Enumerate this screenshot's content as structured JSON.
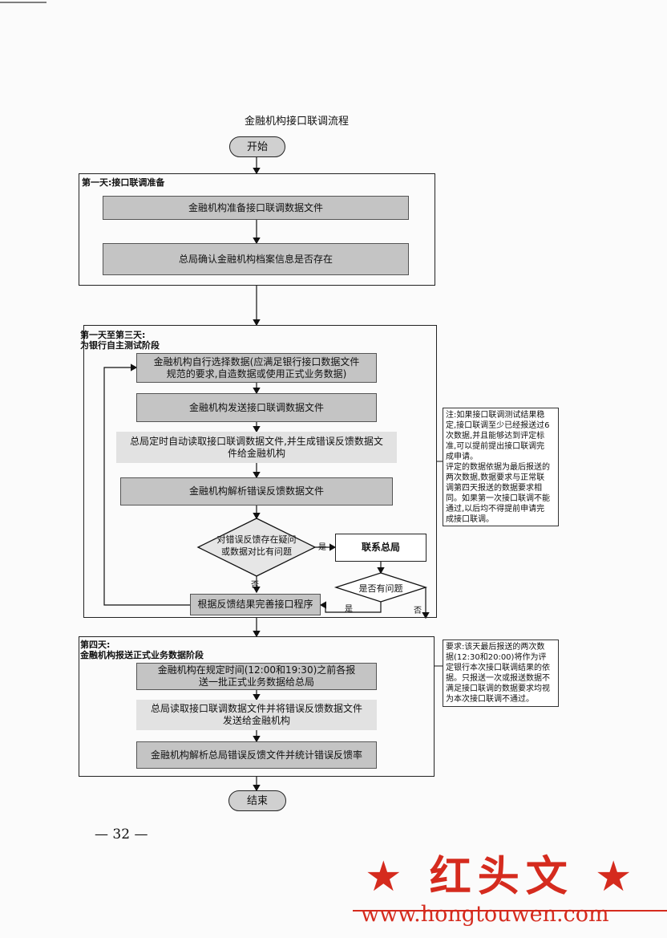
{
  "header_rule": "———",
  "title": "金融机构接口联调流程",
  "start_label": "开始",
  "end_label": "结束",
  "sections": {
    "s1": {
      "label": "第一天:接口联调准备"
    },
    "s2": {
      "label_line1": "第一天至第三天:",
      "label_line2": "为银行自主测试阶段"
    },
    "s3": {
      "label_line1": "第四天:",
      "label_line2": "金融机构报送正式业务数据阶段"
    }
  },
  "steps": {
    "prepare": "金融机构准备接口联调数据文件",
    "confirm": "总局确认金融机构档案信息是否存在",
    "select_l1": "金融机构自行选择数据(应满足银行接口数据文件",
    "select_l2": "规范的要求,自造数据或使用正式业务数据)",
    "send": "金融机构发送接口联调数据文件",
    "auto_l1": "总局定时自动读取接口联调数据文件,并生成错误反馈数据文",
    "auto_l2": "件给金融机构",
    "parse": "金融机构解析错误反馈数据文件",
    "decision_l1": "对错误反馈存在疑问",
    "decision_l2": "或数据对比有问题",
    "contact": "联系总局",
    "problem": "是否有问题",
    "improve": "根据反馈结果完善接口程序",
    "submit_l1": "金融机构在规定时间(12:00和19:30)之前各报",
    "submit_l2": "送一批正式业务数据给总局",
    "read_l1": "总局读取接口联调数据文件并将错误反馈数据文件",
    "read_l2": "发送给金融机构",
    "stats": "金融机构解析总局错误反馈文件并统计错误反馈率"
  },
  "edge_labels": {
    "yes1": "是",
    "no1": "否",
    "yes2": "是",
    "no2": "否"
  },
  "note1": {
    "lines": [
      "注:如果接口联调测试结果稳",
      "定,接口联调至少已经报送过6",
      "次数据,并且能够达到评定标",
      "准,可以提前提出接口联调完",
      "成申请。",
      "评定的数据依据为最后报送的",
      "两次数据,数据要求与正常联",
      "调第四天报送的数据要求相",
      "同。如果第一次接口联调不能",
      "通过,以后均不得提前申请完",
      "成接口联调。"
    ]
  },
  "note2": {
    "lines": [
      "要求:该天最后报送的两次数",
      "据(12:30和20:00)将作为评",
      "定银行本次接口联调结果的依",
      "据。只报送一次或报送数据不",
      "满足接口联调的数据要求均视",
      "为本次接口联调不通过。"
    ]
  },
  "page_number": "— 32 —",
  "watermark": {
    "logo_text": "★ 红头文 ★",
    "url": "www.hongtouwen.com",
    "color": "#d52b1e"
  }
}
